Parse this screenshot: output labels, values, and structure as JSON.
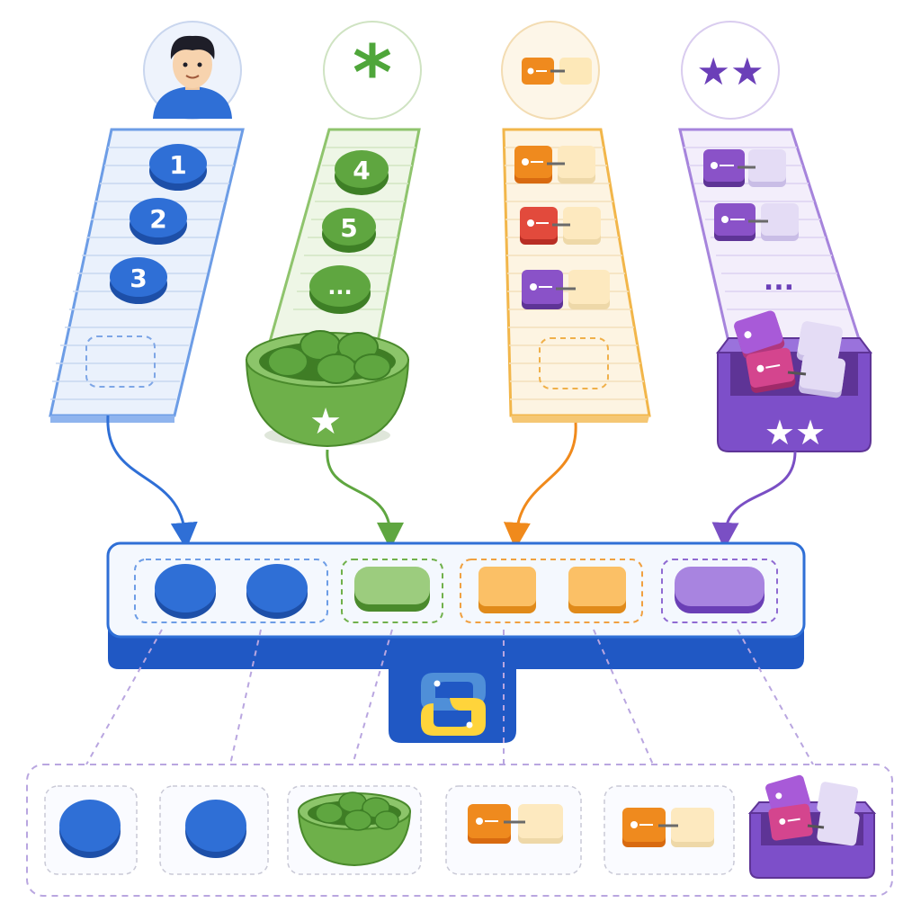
{
  "colors": {
    "blue": "#2f6fd6",
    "blue_light": "#e8f0fc",
    "green": "#5fa640",
    "green_light": "#eef6e6",
    "orange": "#f2a623",
    "orange_light": "#fdf2dc",
    "purple": "#7a4fc4",
    "purple_light": "#efe8fa",
    "python_blue": "#2f6fd6",
    "python_yellow": "#ffd43b"
  },
  "columns": [
    {
      "id": "positional",
      "badge_icon": "person-avatar-icon",
      "badge_text": "",
      "items": [
        "1",
        "2",
        "3"
      ],
      "has_empty_slot": true
    },
    {
      "id": "var-positional",
      "badge_icon": "asterisk-icon",
      "badge_text": "*",
      "items": [
        "4",
        "5",
        "..."
      ],
      "collector_icon": "star-bowl-icon",
      "collector_text": "★"
    },
    {
      "id": "keyword",
      "badge_icon": "key-value-tag-icon",
      "badge_text": "",
      "items": [
        "tag",
        "tag",
        "tag"
      ],
      "has_empty_slot": true
    },
    {
      "id": "var-keyword",
      "badge_icon": "double-star-icon",
      "badge_text": "★★",
      "items": [
        "tag",
        "tag",
        "..."
      ],
      "collector_icon": "double-star-box-icon",
      "collector_text": "★★"
    }
  ],
  "function_signature": {
    "icon": "python-logo-icon",
    "slots": [
      "positional",
      "positional",
      "var-positional",
      "keyword",
      "keyword",
      "var-keyword"
    ]
  },
  "result_row": {
    "items": [
      "circle",
      "circle",
      "bowl",
      "tag",
      "tag",
      "box"
    ]
  }
}
